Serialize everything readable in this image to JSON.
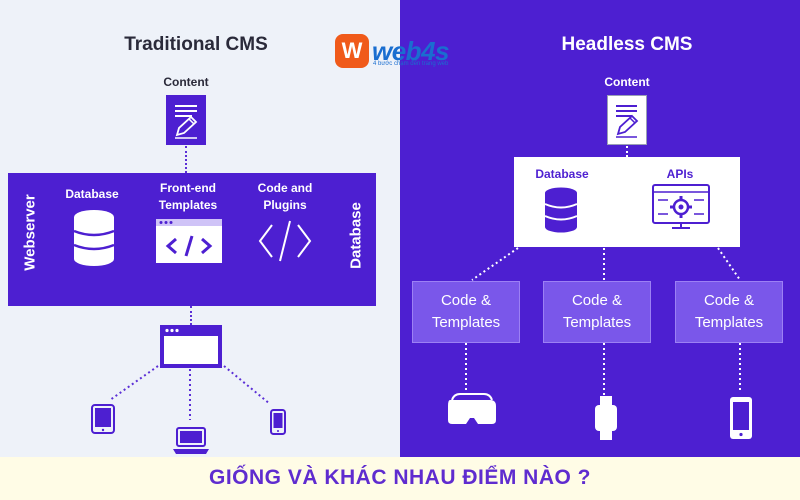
{
  "logo": {
    "brand": "web4s",
    "badge": "W",
    "tagline": "4 bước chạm đến trang web"
  },
  "traditional": {
    "title": "Traditional CMS",
    "content_label": "Content",
    "webserver_label": "Webserver",
    "database_side_label": "Database",
    "database_label": "Database",
    "frontend_label_line1": "Front-end",
    "frontend_label_line2": "Templates",
    "code_plugins_line1": "Code and",
    "code_plugins_line2": "Plugins"
  },
  "headless": {
    "title": "Headless CMS",
    "content_label": "Content",
    "database_label": "Database",
    "apis_label": "APIs",
    "boxes": [
      {
        "line1": "Code &",
        "line2": "Templates"
      },
      {
        "line1": "Code &",
        "line2": "Templates"
      },
      {
        "line1": "Code &",
        "line2": "Templates"
      }
    ]
  },
  "banner": {
    "text": "GIỐNG VÀ KHÁC NHAU ĐIỂM NÀO ?"
  },
  "colors": {
    "purple": "#4d1fd1",
    "light_purple": "#7a57ea",
    "left_bg": "#eef2f9",
    "banner_text": "#5f2ccf",
    "logo_orange": "#f05a1a",
    "logo_blue": "#1a6ed0"
  }
}
